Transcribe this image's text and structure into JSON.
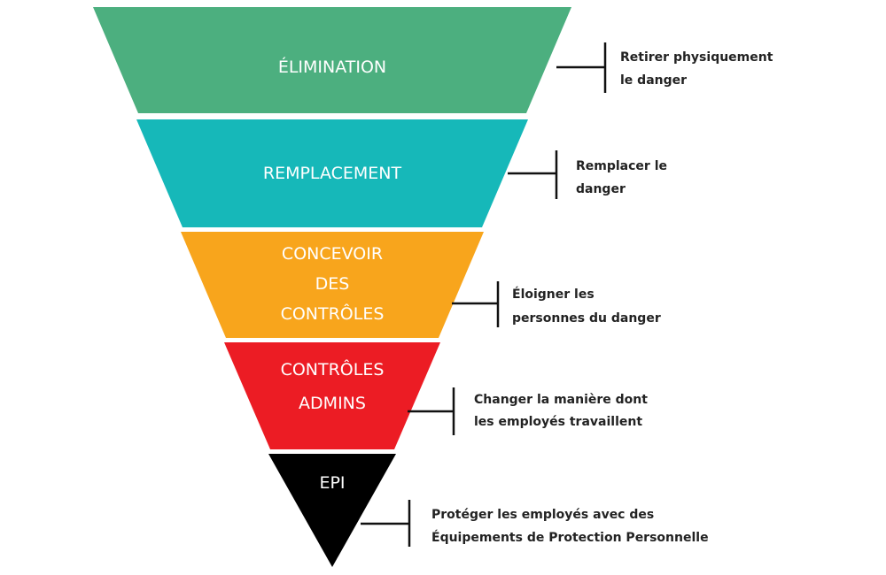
{
  "levels": [
    {
      "label": [
        "ÉLIMINATION"
      ],
      "description": [
        "Retirer physiquement",
        "le danger"
      ],
      "color": "#4caf7f"
    },
    {
      "label": [
        "REMPLACEMENT"
      ],
      "description": [
        "Remplacer le",
        "danger"
      ],
      "color": "#16b8b9"
    },
    {
      "label": [
        "CONCEVOIR",
        "DES",
        "CONTRÔLES"
      ],
      "description": [
        "Éloigner les",
        "personnes du danger"
      ],
      "color": "#f8a51c"
    },
    {
      "label": [
        "CONTRÔLES",
        "ADMINS"
      ],
      "description": [
        "Changer la manière dont",
        "les employés travaillent"
      ],
      "color": "#ec1c24"
    },
    {
      "label": [
        "EPI"
      ],
      "description": [
        "Protéger les employés avec des",
        "Équipements de Protection Personnelle"
      ],
      "color": "#000000"
    }
  ]
}
